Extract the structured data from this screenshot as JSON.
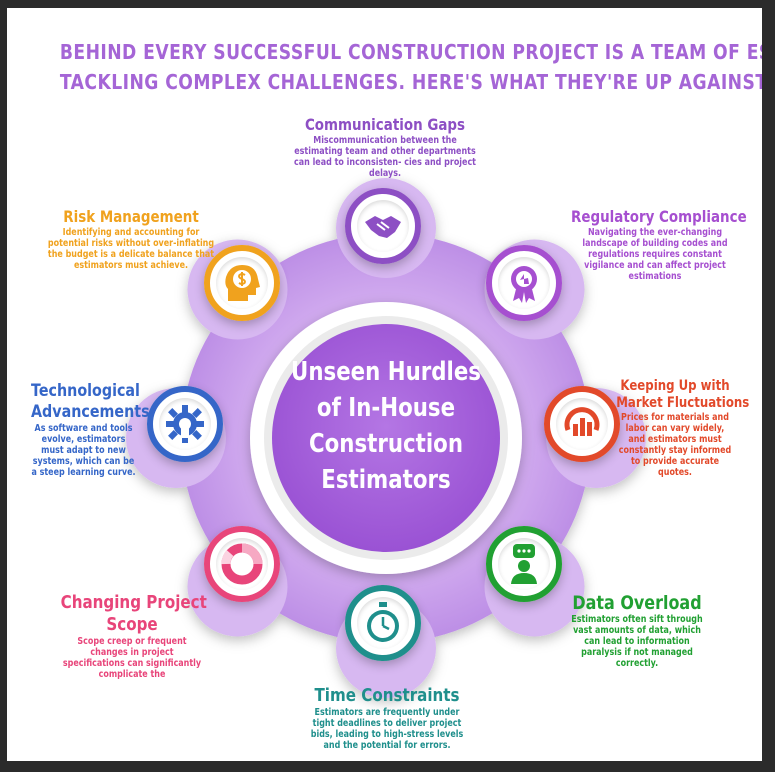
{
  "headline": {
    "line1": "BEHIND EVERY SUCCESSFUL CONSTRUCTION PROJECT IS A TEAM OF ESTIMATORS",
    "line2": "TACKLING COMPLEX CHALLENGES. HERE'S WHAT THEY'RE UP AGAINST."
  },
  "center": {
    "line1": "Unseen Hurdles",
    "line2": "of In-House",
    "line3": "Construction",
    "line4": "Estimators",
    "color": "#a45fd8"
  },
  "items": {
    "communication": {
      "title": "Communication Gaps",
      "text": "Miscommunication between the estimating team and other departments can lead to inconsisten- cies and project delays.",
      "color": "#8d4fc4",
      "icon": "handshake-icon"
    },
    "regulatory": {
      "title": "Regulatory Compliance",
      "text": "Navigating the ever-changing landscape of building codes and regulations requires constant vigilance and can affect project estimations",
      "color": "#a64fd0",
      "icon": "badge-icon"
    },
    "market": {
      "title": "Keeping Up with Market Fluctuations",
      "title_line1": "Keeping Up with",
      "title_line2": "Market Fluctuations",
      "text": "Prices for materials and labor can vary widely, and estimators must constantly stay informed to provide accurate quotes.",
      "color": "#e2492a",
      "icon": "chart-icon"
    },
    "data": {
      "title": "Data Overload",
      "text": "Estimators often sift through vast amounts of data, which can lead to information paralysis if not managed correctly.",
      "color": "#21a032",
      "icon": "chat-person-icon"
    },
    "time": {
      "title": "Time Constraints",
      "text": "Estimators are frequently under tight deadlines to deliver project bids, leading to high-stress levels and the potential for errors.",
      "color": "#1f8f8c",
      "icon": "stopwatch-icon"
    },
    "scope": {
      "title": "Changing Project Scope",
      "title_line1": "Changing Project",
      "title_line2": "Scope",
      "text": "Scope creep or frequent changes in project specifications can significantly complicate the",
      "color": "#e8457a",
      "icon": "donut-chart-icon"
    },
    "tech": {
      "title": "Technological Advancements",
      "title_line1": "Technological",
      "title_line2": "Advancements",
      "text": "As software and tools evolve, estimators must adapt to new systems, which can be a steep learning curve.",
      "color": "#3566c8",
      "icon": "gear-icon"
    },
    "risk": {
      "title": "Risk Management",
      "text": "Identifying and accounting for potential risks without over-inflating the budget is a delicate balance that estimators must achieve.",
      "color": "#f0a21e",
      "icon": "money-head-icon"
    }
  }
}
